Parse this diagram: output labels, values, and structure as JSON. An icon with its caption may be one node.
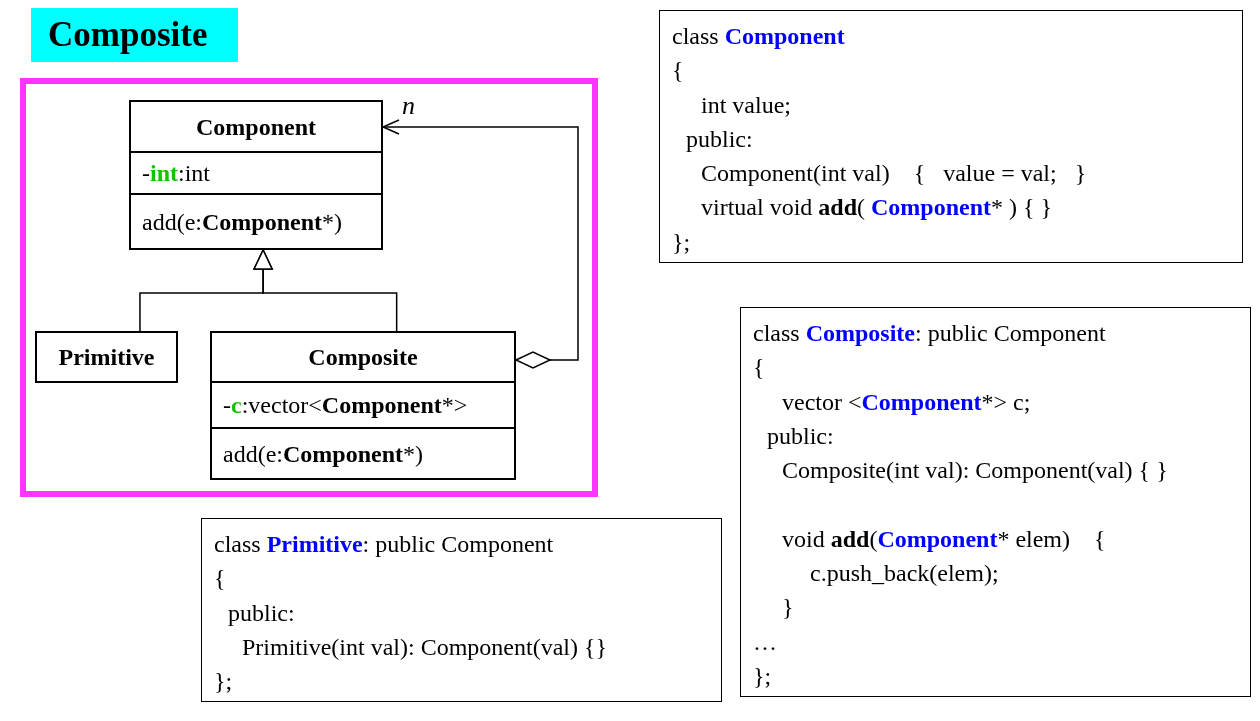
{
  "diagram": {
    "title": "Composite",
    "nodes": [
      {
        "text": [],
        "shape": "box"
      },
      {
        "text": [
          "Component",
          "-**int**:int",
          "add(e:**Component***)"
        ],
        "in": 0
      },
      {
        "text": [
          "Primitive"
        ],
        "in": 0
      },
      {
        "text": [
          "Composite",
          "-**c**:vector<**Component***>",
          "add(e:**Component***)"
        ],
        "in": 0
      },
      {
        "text": [
          "class **Component**",
          "{",
          "int value;",
          "public:",
          "Component(int val)    {   value = val;   }",
          "virtual void **add**( **Component*** ) { }",
          "};"
        ]
      },
      {
        "text": [
          "class **Composite**: public Component",
          "{",
          "vector <**Component***> c;",
          "public:",
          "Composite(int val): Component(val) { }",
          "void **add**(**Component*** elem)    {",
          "c.push_back(elem);",
          "}",
          "…",
          "};"
        ]
      },
      {
        "text": [
          "class **Primitive**: public Component",
          "{",
          "public:",
          "Primitive(int val): Component(val) {}",
          "};"
        ]
      }
    ],
    "edges": [
      {
        "from": 2,
        "to": 1,
        "arrow": "to"
      },
      {
        "from": 3,
        "to": 1,
        "arrow": "to"
      },
      {
        "from": 3,
        "to": 1,
        "arrow": "to",
        "label": "n"
      }
    ]
  }
}
